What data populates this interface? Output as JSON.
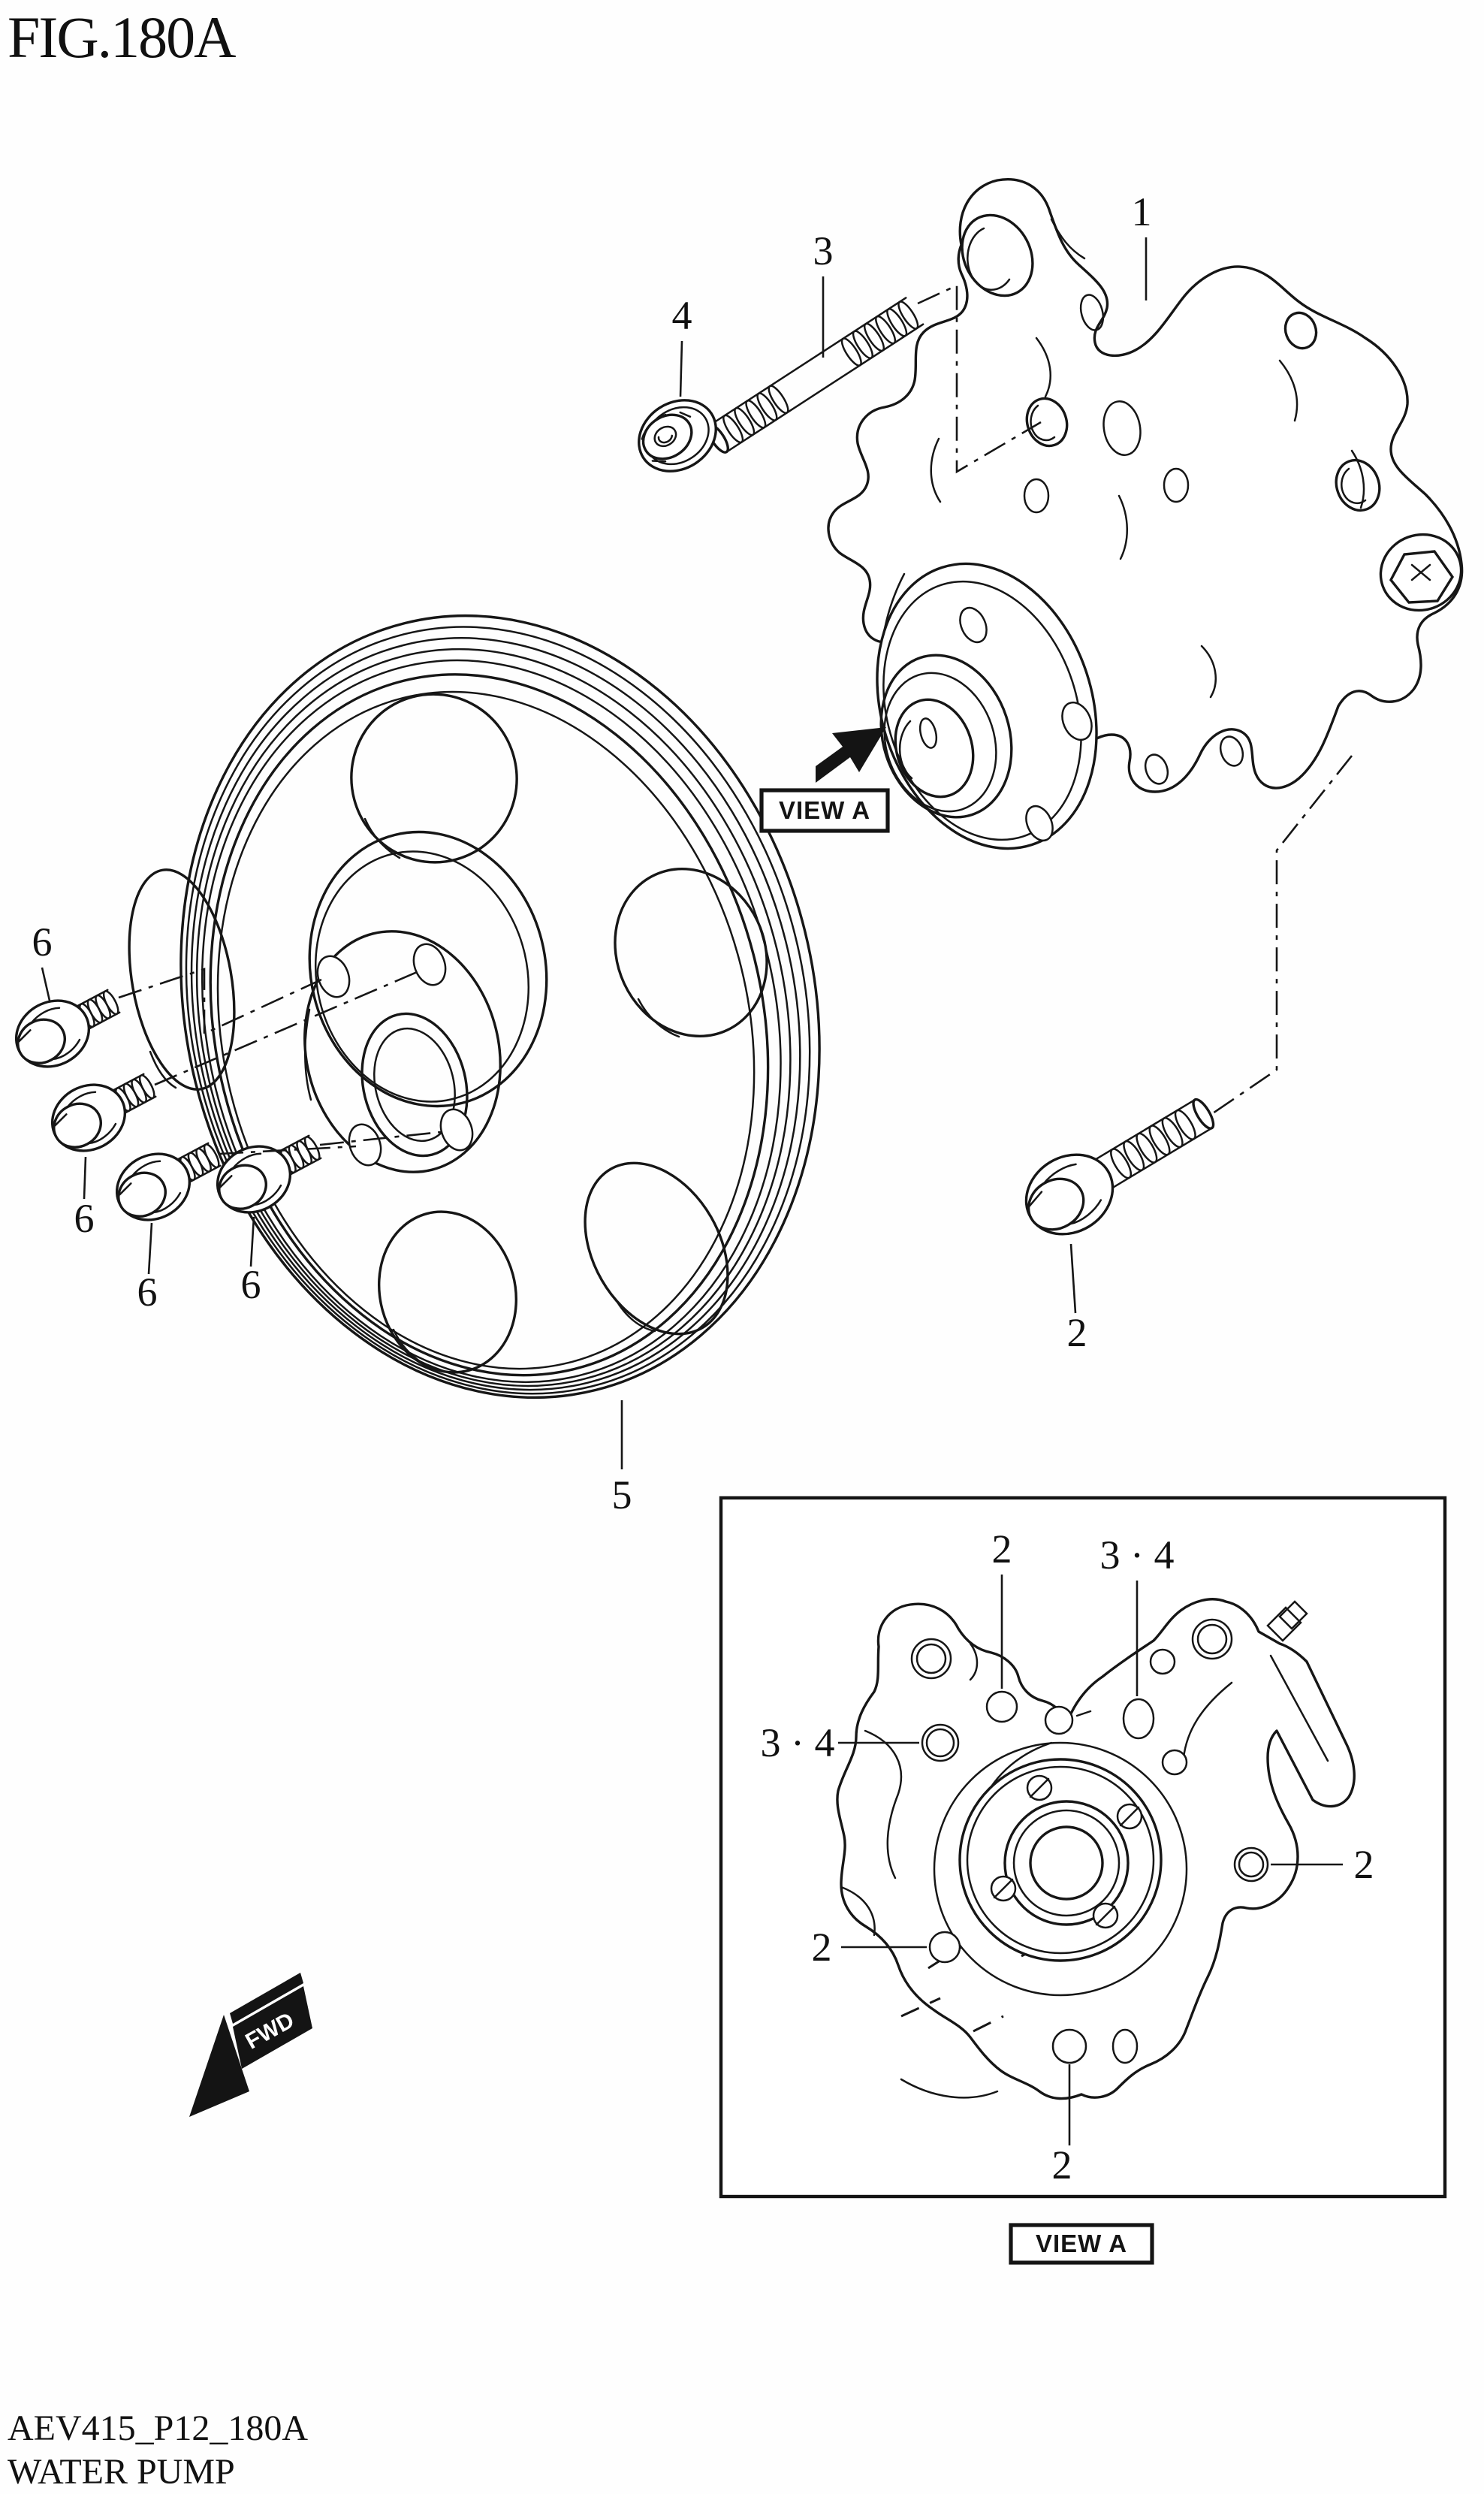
{
  "figure": {
    "title": "FIG.180A",
    "drawing_code": "AEV415_P12_180A",
    "part_title": "WATER PUMP"
  },
  "annotations": {
    "view_a": "VIEW A",
    "fwd": "FWD"
  },
  "callouts": {
    "n1": "1",
    "n2": "2",
    "n3": "3",
    "n4": "4",
    "n5": "5",
    "n6": "6",
    "n34": "3 · 4"
  }
}
